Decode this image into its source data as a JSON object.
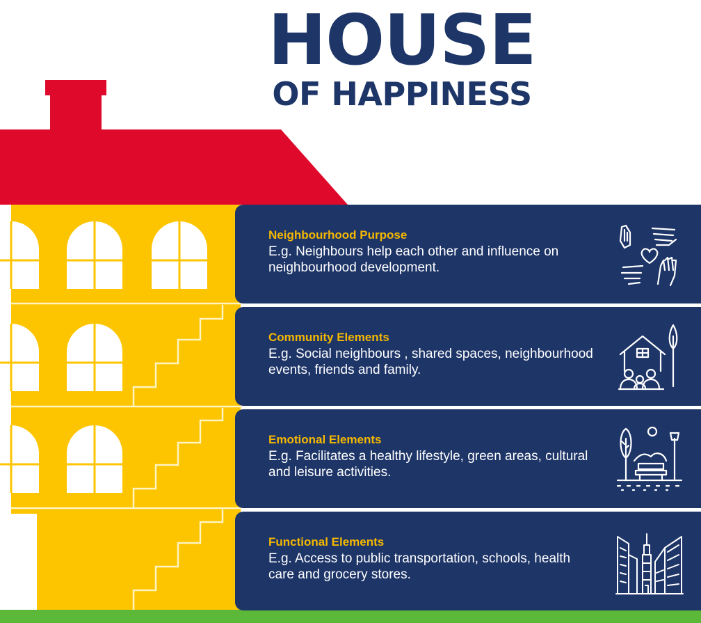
{
  "title": {
    "line1": "HOUSE",
    "line2": "OF HAPPINESS"
  },
  "colors": {
    "navy": "#1e3568",
    "yellow": "#fdc400",
    "red": "#df0a2b",
    "green": "#5cb838",
    "accent_text": "#f5b800"
  },
  "floors": [
    {
      "heading": "Neighbourhood Purpose",
      "text": "E.g. Neighbours help each other and influence on neighbourhood development.",
      "icon": "helping-hands-heart-icon"
    },
    {
      "heading": "Community Elements",
      "text": "E.g. Social neighbours , shared spaces, neighbourhood events, friends and family.",
      "icon": "house-community-icon"
    },
    {
      "heading": "Emotional Elements",
      "text": "E.g. Facilitates a healthy lifestyle, green areas, cultural and leisure activities.",
      "icon": "park-bench-icon"
    },
    {
      "heading": "Functional Elements",
      "text": "E.g. Access to public transportation, schools, health care and grocery stores.",
      "icon": "city-buildings-icon"
    }
  ]
}
